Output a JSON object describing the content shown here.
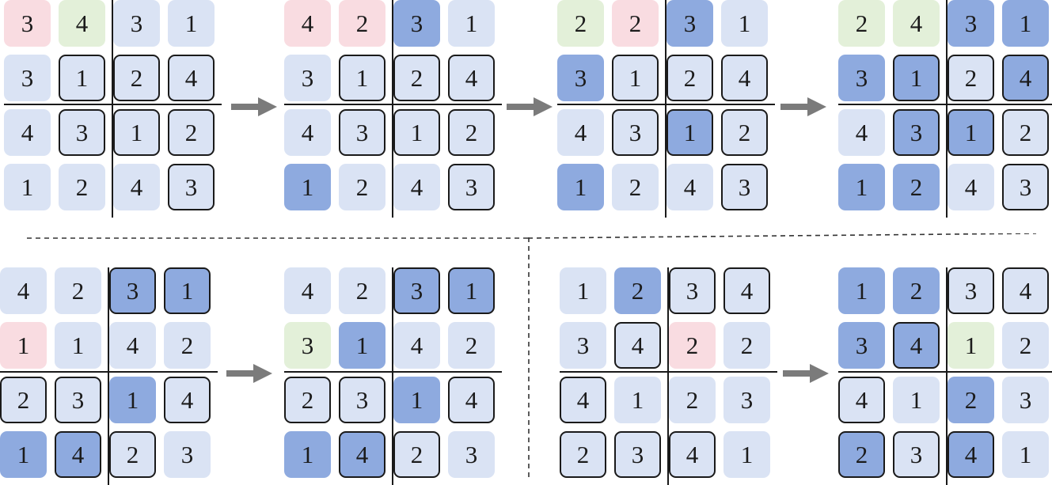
{
  "colors": {
    "light": "#dae3f4",
    "blue": "#8eaadf",
    "pink": "#f9dce1",
    "green": "#e3f0d9",
    "border": "#1a1a1a",
    "arrow": "#7b7b7b"
  },
  "grids": [
    {
      "values": [
        [
          "3",
          "4",
          "3",
          "1"
        ],
        [
          "3",
          "1",
          "2",
          "4"
        ],
        [
          "4",
          "3",
          "1",
          "2"
        ],
        [
          "1",
          "2",
          "4",
          "3"
        ]
      ],
      "colors": [
        [
          "pink",
          "green",
          "light",
          "light"
        ],
        [
          "light",
          "light",
          "light",
          "light"
        ],
        [
          "light",
          "light",
          "light",
          "light"
        ],
        [
          "light",
          "light",
          "light",
          "light"
        ]
      ],
      "givens": [
        [
          0,
          0,
          0,
          0
        ],
        [
          0,
          1,
          1,
          1
        ],
        [
          0,
          1,
          1,
          1
        ],
        [
          0,
          0,
          0,
          1
        ]
      ]
    },
    {
      "values": [
        [
          "4",
          "2",
          "3",
          "1"
        ],
        [
          "3",
          "1",
          "2",
          "4"
        ],
        [
          "4",
          "3",
          "1",
          "2"
        ],
        [
          "1",
          "2",
          "4",
          "3"
        ]
      ],
      "colors": [
        [
          "pink",
          "pink",
          "blue",
          "light"
        ],
        [
          "light",
          "light",
          "light",
          "light"
        ],
        [
          "light",
          "light",
          "light",
          "light"
        ],
        [
          "blue",
          "light",
          "light",
          "light"
        ]
      ],
      "givens": [
        [
          0,
          0,
          0,
          0
        ],
        [
          0,
          1,
          1,
          1
        ],
        [
          0,
          1,
          1,
          1
        ],
        [
          0,
          0,
          0,
          1
        ]
      ]
    },
    {
      "values": [
        [
          "2",
          "2",
          "3",
          "1"
        ],
        [
          "3",
          "1",
          "2",
          "4"
        ],
        [
          "4",
          "3",
          "1",
          "2"
        ],
        [
          "1",
          "2",
          "4",
          "3"
        ]
      ],
      "colors": [
        [
          "green",
          "pink",
          "blue",
          "light"
        ],
        [
          "blue",
          "light",
          "light",
          "light"
        ],
        [
          "light",
          "light",
          "blue",
          "light"
        ],
        [
          "blue",
          "light",
          "light",
          "light"
        ]
      ],
      "givens": [
        [
          0,
          0,
          0,
          0
        ],
        [
          0,
          1,
          1,
          1
        ],
        [
          0,
          1,
          1,
          1
        ],
        [
          0,
          0,
          0,
          1
        ]
      ]
    },
    {
      "values": [
        [
          "2",
          "4",
          "3",
          "1"
        ],
        [
          "3",
          "1",
          "2",
          "4"
        ],
        [
          "4",
          "3",
          "1",
          "2"
        ],
        [
          "1",
          "2",
          "4",
          "3"
        ]
      ],
      "colors": [
        [
          "green",
          "green",
          "blue",
          "blue"
        ],
        [
          "blue",
          "blue",
          "light",
          "blue"
        ],
        [
          "light",
          "blue",
          "blue",
          "light"
        ],
        [
          "blue",
          "blue",
          "light",
          "light"
        ]
      ],
      "givens": [
        [
          0,
          0,
          0,
          0
        ],
        [
          0,
          1,
          1,
          1
        ],
        [
          0,
          1,
          1,
          1
        ],
        [
          0,
          0,
          0,
          1
        ]
      ]
    },
    {
      "values": [
        [
          "4",
          "2",
          "3",
          "1"
        ],
        [
          "1",
          "1",
          "4",
          "2"
        ],
        [
          "2",
          "3",
          "1",
          "4"
        ],
        [
          "1",
          "4",
          "2",
          "3"
        ]
      ],
      "colors": [
        [
          "light",
          "light",
          "blue",
          "blue"
        ],
        [
          "pink",
          "light",
          "light",
          "light"
        ],
        [
          "light",
          "light",
          "blue",
          "light"
        ],
        [
          "blue",
          "blue",
          "light",
          "light"
        ]
      ],
      "givens": [
        [
          0,
          0,
          1,
          1
        ],
        [
          0,
          0,
          0,
          0
        ],
        [
          1,
          1,
          0,
          1
        ],
        [
          0,
          1,
          1,
          0
        ]
      ]
    },
    {
      "values": [
        [
          "4",
          "2",
          "3",
          "1"
        ],
        [
          "3",
          "1",
          "4",
          "2"
        ],
        [
          "2",
          "3",
          "1",
          "4"
        ],
        [
          "1",
          "4",
          "2",
          "3"
        ]
      ],
      "colors": [
        [
          "light",
          "light",
          "blue",
          "blue"
        ],
        [
          "green",
          "blue",
          "light",
          "light"
        ],
        [
          "light",
          "light",
          "blue",
          "light"
        ],
        [
          "blue",
          "blue",
          "light",
          "light"
        ]
      ],
      "givens": [
        [
          0,
          0,
          1,
          1
        ],
        [
          0,
          0,
          0,
          0
        ],
        [
          1,
          1,
          0,
          1
        ],
        [
          0,
          1,
          1,
          0
        ]
      ]
    },
    {
      "values": [
        [
          "1",
          "2",
          "3",
          "4"
        ],
        [
          "3",
          "4",
          "2",
          "2"
        ],
        [
          "4",
          "1",
          "2",
          "3"
        ],
        [
          "2",
          "3",
          "4",
          "1"
        ]
      ],
      "colors": [
        [
          "light",
          "blue",
          "light",
          "light"
        ],
        [
          "light",
          "light",
          "pink",
          "light"
        ],
        [
          "light",
          "light",
          "light",
          "light"
        ],
        [
          "light",
          "light",
          "light",
          "light"
        ]
      ],
      "givens": [
        [
          0,
          0,
          1,
          1
        ],
        [
          0,
          1,
          0,
          0
        ],
        [
          1,
          0,
          0,
          0
        ],
        [
          1,
          1,
          1,
          0
        ]
      ]
    },
    {
      "values": [
        [
          "1",
          "2",
          "3",
          "4"
        ],
        [
          "3",
          "4",
          "1",
          "2"
        ],
        [
          "4",
          "1",
          "2",
          "3"
        ],
        [
          "2",
          "3",
          "4",
          "1"
        ]
      ],
      "colors": [
        [
          "blue",
          "blue",
          "light",
          "light"
        ],
        [
          "blue",
          "blue",
          "green",
          "light"
        ],
        [
          "light",
          "light",
          "blue",
          "light"
        ],
        [
          "blue",
          "light",
          "blue",
          "light"
        ]
      ],
      "givens": [
        [
          0,
          0,
          1,
          1
        ],
        [
          0,
          1,
          0,
          0
        ],
        [
          1,
          0,
          0,
          0
        ],
        [
          1,
          1,
          1,
          0
        ]
      ]
    }
  ]
}
